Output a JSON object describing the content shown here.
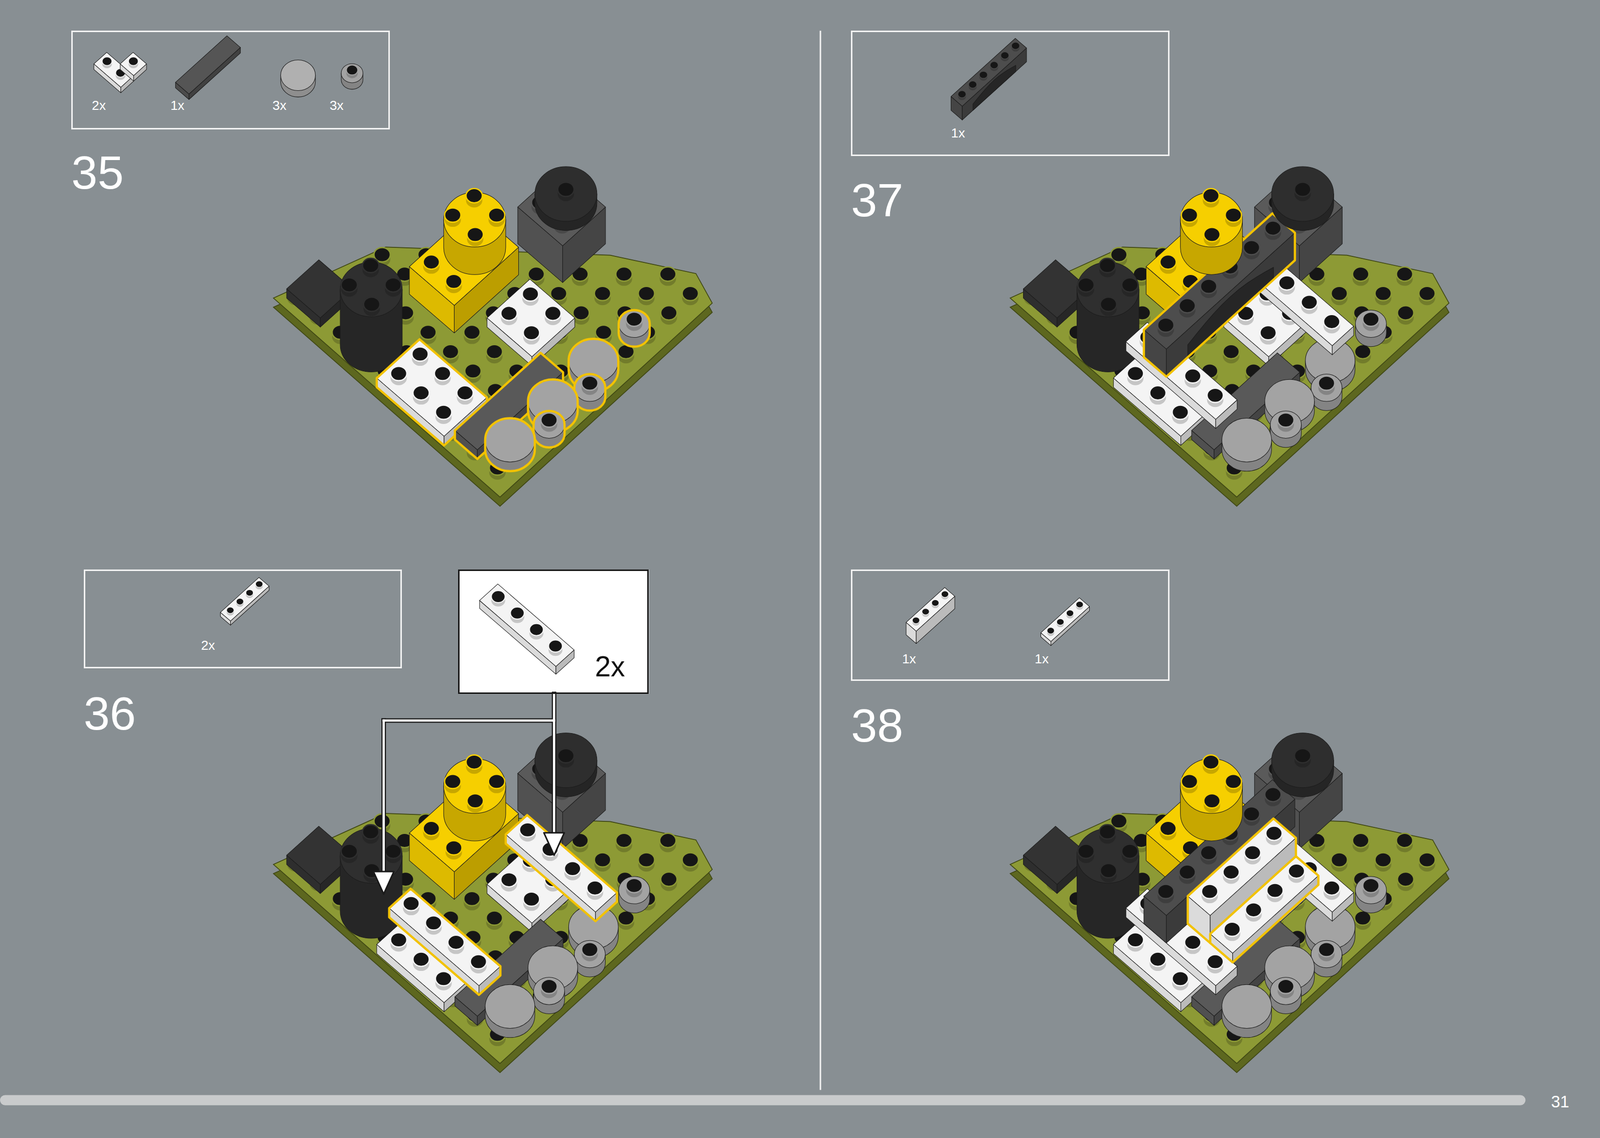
{
  "diagram": {
    "nodes": [
      {
        "text": [
          "2x",
          "1x",
          "3x",
          "3x"
        ]
      },
      {
        "text": [
          "2x"
        ]
      },
      {
        "text": [
          "2x"
        ]
      },
      {
        "text": [
          "1x"
        ]
      },
      {
        "text": [
          "1x",
          "1x"
        ]
      }
    ],
    "labels": [
      "35",
      "36",
      "37",
      "38",
      "31"
    ]
  }
}
